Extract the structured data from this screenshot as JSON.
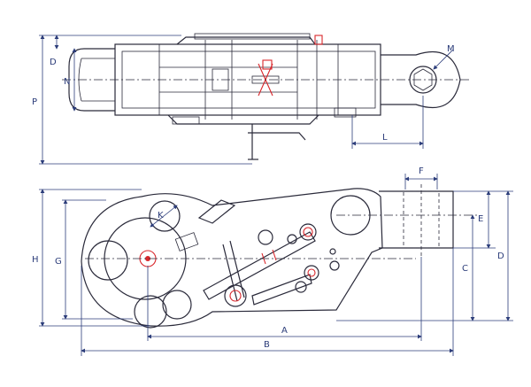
{
  "dimension_labels": {
    "A": "A",
    "B": "B",
    "C": "C",
    "D_side": "D",
    "D_top": "D",
    "E": "E",
    "F": "F",
    "G": "G",
    "H": "H",
    "K": "K",
    "L": "L",
    "M": "M",
    "N": "N",
    "P": "P"
  },
  "colors": {
    "line": "#2a2a3a",
    "dimension": "#2c3d7a",
    "highlight": "#d9262b"
  }
}
